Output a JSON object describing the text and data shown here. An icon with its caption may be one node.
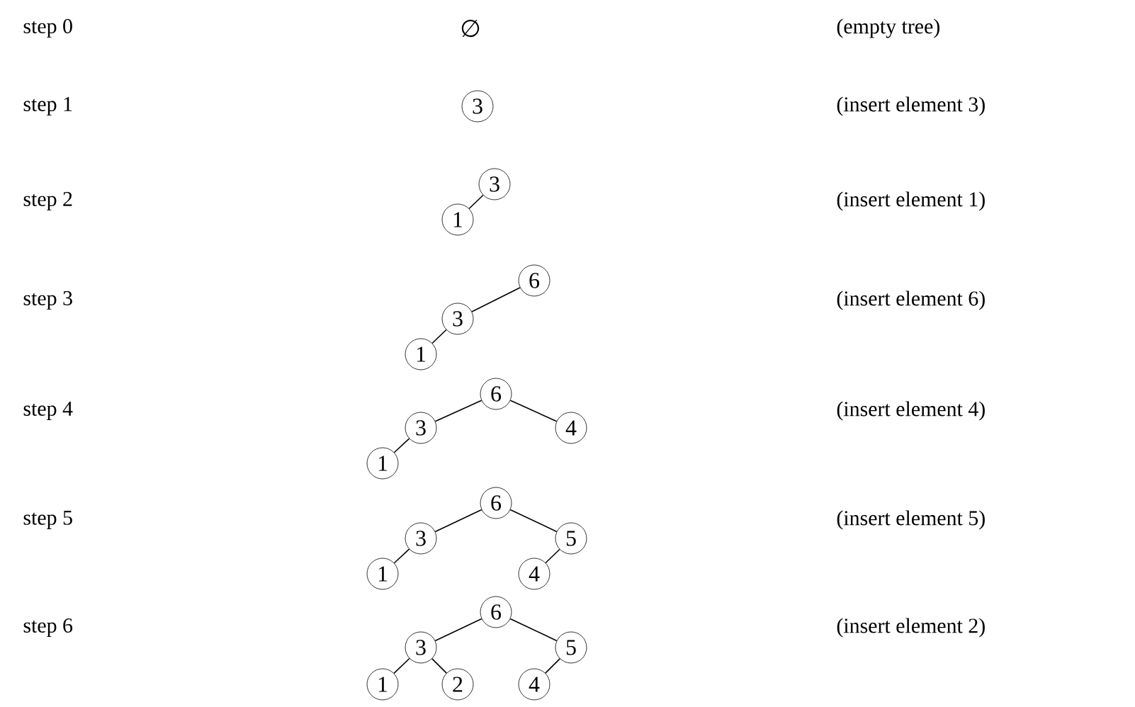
{
  "diagram": {
    "nodes": [
      {
        "text": [
          "3"
        ]
      },
      {
        "text": [
          "3"
        ]
      },
      {
        "text": [
          "1"
        ]
      },
      {
        "text": [
          "6"
        ]
      },
      {
        "text": [
          "3"
        ]
      },
      {
        "text": [
          "1"
        ]
      },
      {
        "text": [
          "6"
        ]
      },
      {
        "text": [
          "3"
        ]
      },
      {
        "text": [
          "4"
        ]
      },
      {
        "text": [
          "1"
        ]
      },
      {
        "text": [
          "6"
        ]
      },
      {
        "text": [
          "3"
        ]
      },
      {
        "text": [
          "5"
        ]
      },
      {
        "text": [
          "1"
        ]
      },
      {
        "text": [
          "4"
        ]
      },
      {
        "text": [
          "6"
        ]
      },
      {
        "text": [
          "3"
        ]
      },
      {
        "text": [
          "5"
        ]
      },
      {
        "text": [
          "1"
        ]
      },
      {
        "text": [
          "2"
        ]
      },
      {
        "text": [
          "4"
        ]
      }
    ],
    "edges": [
      {
        "from": 1,
        "to": 2,
        "arrow": "none"
      },
      {
        "from": 3,
        "to": 4,
        "arrow": "none"
      },
      {
        "from": 4,
        "to": 5,
        "arrow": "none"
      },
      {
        "from": 6,
        "to": 7,
        "arrow": "none"
      },
      {
        "from": 6,
        "to": 8,
        "arrow": "none"
      },
      {
        "from": 7,
        "to": 9,
        "arrow": "none"
      },
      {
        "from": 10,
        "to": 11,
        "arrow": "none"
      },
      {
        "from": 10,
        "to": 12,
        "arrow": "none"
      },
      {
        "from": 11,
        "to": 13,
        "arrow": "none"
      },
      {
        "from": 12,
        "to": 14,
        "arrow": "none"
      },
      {
        "from": 15,
        "to": 16,
        "arrow": "none"
      },
      {
        "from": 15,
        "to": 17,
        "arrow": "none"
      },
      {
        "from": 16,
        "to": 18,
        "arrow": "none"
      },
      {
        "from": 16,
        "to": 19,
        "arrow": "none"
      },
      {
        "from": 17,
        "to": 20,
        "arrow": "none"
      }
    ],
    "labels": [
      "step 0",
      "∅",
      "(empty tree)",
      "step 1",
      "(insert element 3)",
      "step 2",
      "(insert element 1)",
      "step 3",
      "(insert element 6)",
      "step 4",
      "(insert element 4)",
      "step 5",
      "(insert element 5)",
      "step 6",
      "(insert element 2)"
    ]
  }
}
